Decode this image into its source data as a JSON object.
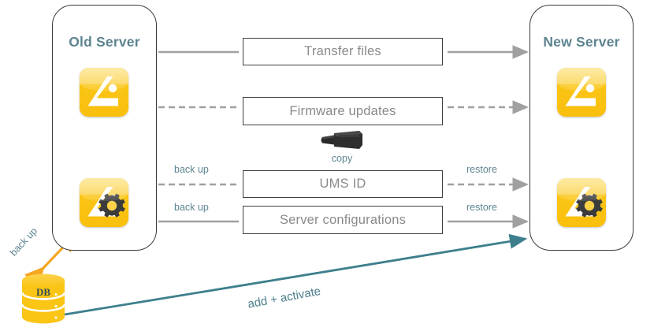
{
  "diagram": {
    "title_old": "Old Server",
    "title_new": "New Server",
    "colors": {
      "title": "#5d8490",
      "label": "#5d8490",
      "teal_arrow": "#3d7f8c",
      "orange_arrow": "#f5a623",
      "gray_line": "#a0a0a0",
      "box_text": "#8a8a8a",
      "box_border": "#3f3f3f",
      "icon_yellow": "#fbc516",
      "db_text": "#2f4f52"
    }
  },
  "panels": [
    {
      "id": "old",
      "title": "Old Server"
    },
    {
      "id": "new",
      "title": "New Server"
    }
  ],
  "flows": [
    {
      "name": "transfer-files",
      "box_label": "Transfer files",
      "left_label": "",
      "right_label": "",
      "line_style": "solid"
    },
    {
      "name": "firmware-updates",
      "box_label": "Firmware updates",
      "left_label": "",
      "right_label": "",
      "line_style": "dashed"
    },
    {
      "name": "ums-id",
      "box_label": "UMS ID",
      "left_label": "back up",
      "right_label": "restore",
      "line_style": "dashed"
    },
    {
      "name": "server-configurations",
      "box_label": "Server configurations",
      "left_label": "back up",
      "right_label": "restore",
      "line_style": "solid"
    }
  ],
  "usb": {
    "label": "copy",
    "icon": "usb-stick-icon"
  },
  "database": {
    "label": "DB",
    "backup_label": "back up",
    "icon": "database-cylinder-icon"
  },
  "bottom_arrow": {
    "label": "add + activate"
  },
  "icons": {
    "app": "igel-app-icon",
    "app_config": "igel-app-config-gear-icon",
    "vertical_arrow": "double-headed-vertical-arrow-icon"
  }
}
